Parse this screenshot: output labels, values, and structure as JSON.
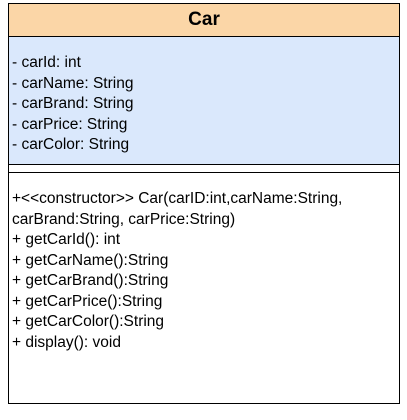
{
  "class": {
    "name": "Car",
    "attributes": [
      "- carId: int",
      "- carName: String",
      "- carBrand: String",
      "- carPrice: String",
      "- carColor: String"
    ],
    "methods": [
      "+<<constructor>> Car(carID:int,carName:String, carBrand:String, carPrice:String)",
      "+ getCarId(): int",
      "+ getCarName():String",
      "+ getCarBrand():String",
      "+ getCarPrice():String",
      "+ getCarColor():String",
      "+ display(): void"
    ]
  },
  "colors": {
    "header_fill": "#fbd6a7",
    "attributes_fill": "#dae8fc",
    "border": "#000000"
  }
}
